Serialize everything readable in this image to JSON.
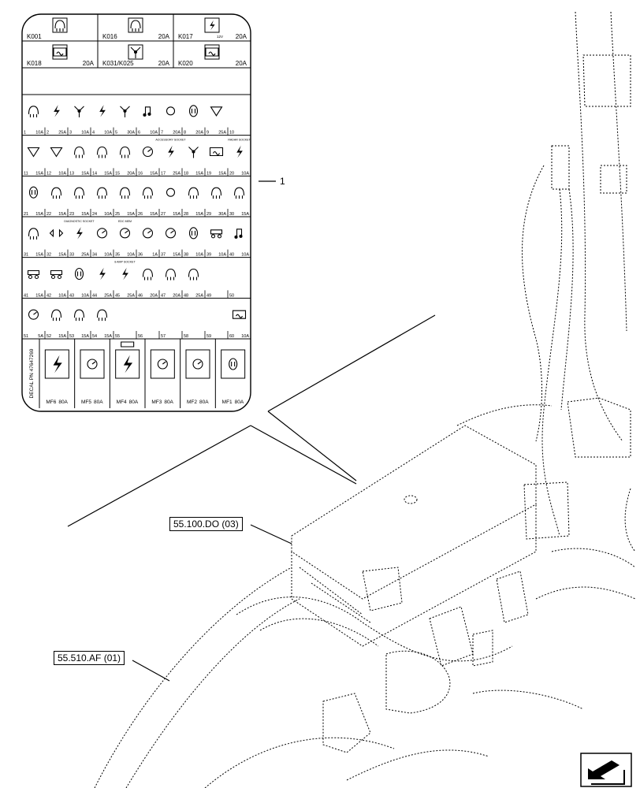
{
  "relays_row1": [
    {
      "code": "K001",
      "amp": "",
      "icon": "headlamp-module-icon",
      "sub": ""
    },
    {
      "code": "K016",
      "amp": "20A",
      "icon": "headlamp-module-icon",
      "sub": ""
    },
    {
      "code": "K017",
      "amp": "20A",
      "icon": "power-lightning-icon",
      "sub": "12V"
    }
  ],
  "relays_row2": [
    {
      "code": "K018",
      "amp": "20A",
      "icon": "battery-module-icon"
    },
    {
      "code": "K031/K025",
      "amp": "20A",
      "icon": "hazard-module-icon"
    },
    {
      "code": "K020",
      "amp": "20A",
      "icon": "cable-module-icon"
    }
  ],
  "fuses": [
    {
      "no": "1",
      "amp": "10A",
      "icon": "dome-light-icon"
    },
    {
      "no": "2",
      "amp": "25A",
      "icon": "power-socket-icon"
    },
    {
      "no": "3",
      "amp": "10A",
      "icon": "hazard-hex-icon"
    },
    {
      "no": "4",
      "amp": "10A",
      "icon": "lightning-icon"
    },
    {
      "no": "5",
      "amp": "30A",
      "icon": "fan-icon"
    },
    {
      "no": "6",
      "amp": "10A",
      "icon": "ecu-horn-icon"
    },
    {
      "no": "7",
      "amp": "20A",
      "icon": "beacon-warning-icon"
    },
    {
      "no": "8",
      "amp": "20A",
      "icon": "bulb-oval-icon"
    },
    {
      "no": "9",
      "amp": "25A",
      "icon": "triangle-icon"
    },
    {
      "no": "10",
      "amp": "",
      "icon": ""
    },
    {
      "no": "11",
      "amp": "15A",
      "icon": "wiper-icon"
    },
    {
      "no": "12",
      "amp": "10A",
      "icon": "washer-icon"
    },
    {
      "no": "13",
      "amp": "15A",
      "icon": "work-lamp-icon"
    },
    {
      "no": "14",
      "amp": "15A",
      "icon": "indicator-lamp-icon"
    },
    {
      "no": "15",
      "amp": "20A",
      "icon": "work-lamp-icon"
    },
    {
      "no": "16",
      "amp": "15A",
      "icon": "steering-icon"
    },
    {
      "no": "17",
      "amp": "25A",
      "icon": "accessory-socket-icon",
      "note": "ACCESSORY SOCKET"
    },
    {
      "no": "18",
      "amp": "15A",
      "icon": "seat-fan-icon"
    },
    {
      "no": "19",
      "amp": "15A",
      "icon": "heater-icon"
    },
    {
      "no": "20",
      "amp": "10A",
      "icon": "radar-socket-icon",
      "note": "RADAR SOCKET"
    },
    {
      "no": "21",
      "amp": "15A",
      "icon": "fuel-icon"
    },
    {
      "no": "22",
      "amp": "15A",
      "icon": "parking-light-icon"
    },
    {
      "no": "23",
      "amp": "15A",
      "icon": "parking-light-icon"
    },
    {
      "no": "24",
      "amp": "10A",
      "icon": "side-light-icon"
    },
    {
      "no": "25",
      "amp": "15A",
      "icon": "low-beam-icon"
    },
    {
      "no": "26",
      "amp": "15A",
      "icon": "low-beam-icon"
    },
    {
      "no": "27",
      "amp": "15A",
      "icon": "beacon-icon"
    },
    {
      "no": "28",
      "amp": "15A",
      "icon": "ecu-lamp-icon"
    },
    {
      "no": "29",
      "amp": "30A",
      "icon": "ecu-lamp-icon"
    },
    {
      "no": "30",
      "amp": "15A",
      "icon": "work-light-icon"
    },
    {
      "no": "31",
      "amp": "15A",
      "icon": "work-light-icon"
    },
    {
      "no": "32",
      "amp": "15A",
      "icon": "turn-signal-icon"
    },
    {
      "no": "33",
      "amp": "25A",
      "icon": "diagnostic-socket-icon",
      "note": "DIAGNOSTIC SOCKET"
    },
    {
      "no": "34",
      "amp": "10A",
      "icon": "park-brake-icon"
    },
    {
      "no": "35",
      "amp": "10A",
      "icon": "gauge-icon",
      "note": "EDC MEM"
    },
    {
      "no": "36",
      "amp": "1A",
      "icon": "gauge-icon"
    },
    {
      "no": "37",
      "amp": "15A",
      "icon": "gauge-icon"
    },
    {
      "no": "38",
      "amp": "10A",
      "icon": "bulb-icon"
    },
    {
      "no": "39",
      "amp": "10A",
      "icon": "seat-icon"
    },
    {
      "no": "40",
      "amp": "10A",
      "icon": "horn-icon"
    },
    {
      "no": "41",
      "amp": "15A",
      "icon": "tractor-icon"
    },
    {
      "no": "42",
      "amp": "10A",
      "icon": "trailer-icon"
    },
    {
      "no": "43",
      "amp": "10A",
      "icon": "bulb-oval-icon"
    },
    {
      "no": "44",
      "amp": "25A",
      "icon": "lightning-icon"
    },
    {
      "no": "45",
      "amp": "25A",
      "icon": "8-amp-socket-icon",
      "note": "8 AMP SOCKET"
    },
    {
      "no": "46",
      "amp": "20A",
      "icon": "work-light-icon"
    },
    {
      "no": "47",
      "amp": "20A",
      "icon": "work-light-icon"
    },
    {
      "no": "48",
      "amp": "25A",
      "icon": "trailer-lamp-icon"
    },
    {
      "no": "49",
      "amp": "",
      "icon": ""
    },
    {
      "no": "50",
      "amp": "",
      "icon": ""
    },
    {
      "no": "51",
      "amp": "5A",
      "icon": "steering-icon"
    },
    {
      "no": "52",
      "amp": "15A",
      "icon": "low-beam-icon"
    },
    {
      "no": "53",
      "amp": "15A",
      "icon": "low-beam-icon"
    },
    {
      "no": "54",
      "amp": "15A",
      "icon": "work-light-icon"
    },
    {
      "no": "55",
      "amp": "",
      "icon": ""
    },
    {
      "no": "56",
      "amp": "",
      "icon": ""
    },
    {
      "no": "57",
      "amp": "",
      "icon": ""
    },
    {
      "no": "58",
      "amp": "",
      "icon": ""
    },
    {
      "no": "59",
      "amp": "",
      "icon": ""
    },
    {
      "no": "60",
      "amp": "10A",
      "icon": "battery-switch-icon"
    }
  ],
  "decal_text": "DECAL PN 47647269",
  "megafuses": [
    {
      "code": "MF6",
      "amp": "80A",
      "icon": "lightning-icon"
    },
    {
      "code": "MF5",
      "amp": "80A",
      "icon": "gauge-icon"
    },
    {
      "code": "MF4",
      "amp": "80A",
      "icon": "trailer-lightning-icon"
    },
    {
      "code": "MF3",
      "amp": "80A",
      "icon": "bulb-gauge-icon"
    },
    {
      "code": "MF2",
      "amp": "80A",
      "icon": "gauge-icon"
    },
    {
      "code": "MF1",
      "amp": "80A",
      "icon": "bulb-pair-icon"
    }
  ],
  "callouts": {
    "item_number": "1",
    "ref_1": "55.100.DO (03)",
    "ref_2": "55.510.AF (01)"
  }
}
